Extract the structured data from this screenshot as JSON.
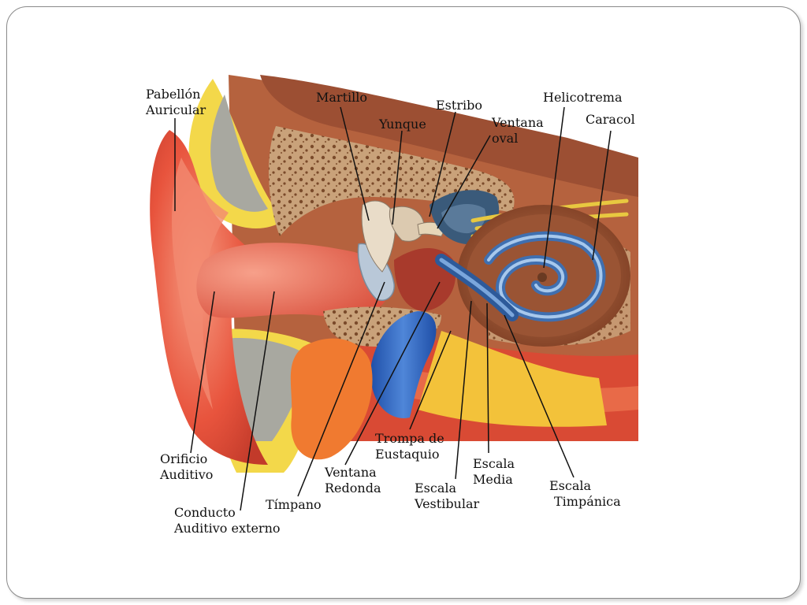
{
  "diagram": {
    "labels": {
      "pabellon": [
        "Pabellón",
        "Auricular"
      ],
      "martillo": [
        "Martillo"
      ],
      "estribo": [
        "Estribo"
      ],
      "yunque": [
        "Yunque"
      ],
      "ventana_oval": [
        "Ventana",
        "oval"
      ],
      "helicotrema": [
        "Helicotrema"
      ],
      "caracol": [
        "Caracol"
      ],
      "trompa": [
        "Trompa de",
        "Eustaquio"
      ],
      "orificio": [
        "Orificio",
        "Auditivo"
      ],
      "ventana_redonda": [
        "Ventana",
        "Redonda"
      ],
      "escala_media": [
        "Escala",
        "Media"
      ],
      "escala_vestibular": [
        "Escala",
        "Vestibular"
      ],
      "escala_timpanica": [
        "Escala",
        "Timpánica"
      ],
      "timpano": [
        "Tímpano"
      ],
      "conducto": [
        "Conducto",
        "Auditivo externo"
      ]
    },
    "colors": {
      "skin": "#e8543d",
      "cartilage": "#f3d84a",
      "bone": "#b8704e",
      "cochlea": "#8a4a2c",
      "scala": "#3f6fb0",
      "tube": "#2c5db8",
      "gland": "#f07a30"
    }
  }
}
